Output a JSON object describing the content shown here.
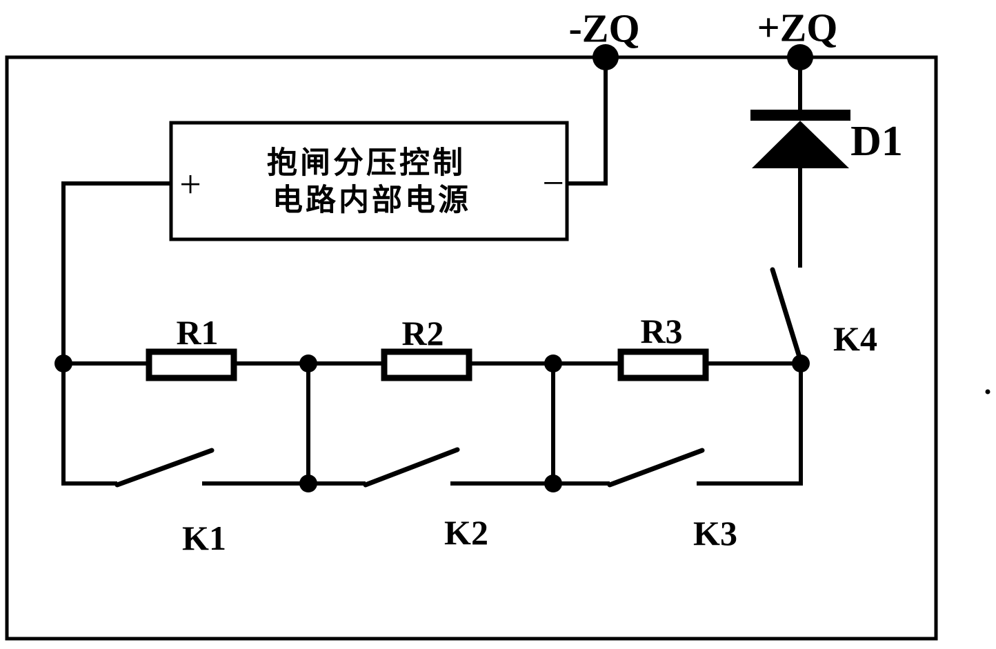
{
  "figure": {
    "background_color": "#ffffff",
    "ink_color": "#000000",
    "terminals": {
      "negative": {
        "label": "-ZQ"
      },
      "positive": {
        "label": "+ZQ"
      }
    },
    "power_supply_box": {
      "label_line1": "抱闸分压控制",
      "label_line2": "电路内部电源",
      "plus_terminal": "+",
      "minus_terminal": "−"
    },
    "diode": {
      "label": "D1"
    },
    "resistors": [
      {
        "label": "R1"
      },
      {
        "label": "R2"
      },
      {
        "label": "R3"
      }
    ],
    "switches": [
      {
        "label": "K1"
      },
      {
        "label": "K2"
      },
      {
        "label": "K3"
      },
      {
        "label": "K4"
      }
    ]
  }
}
